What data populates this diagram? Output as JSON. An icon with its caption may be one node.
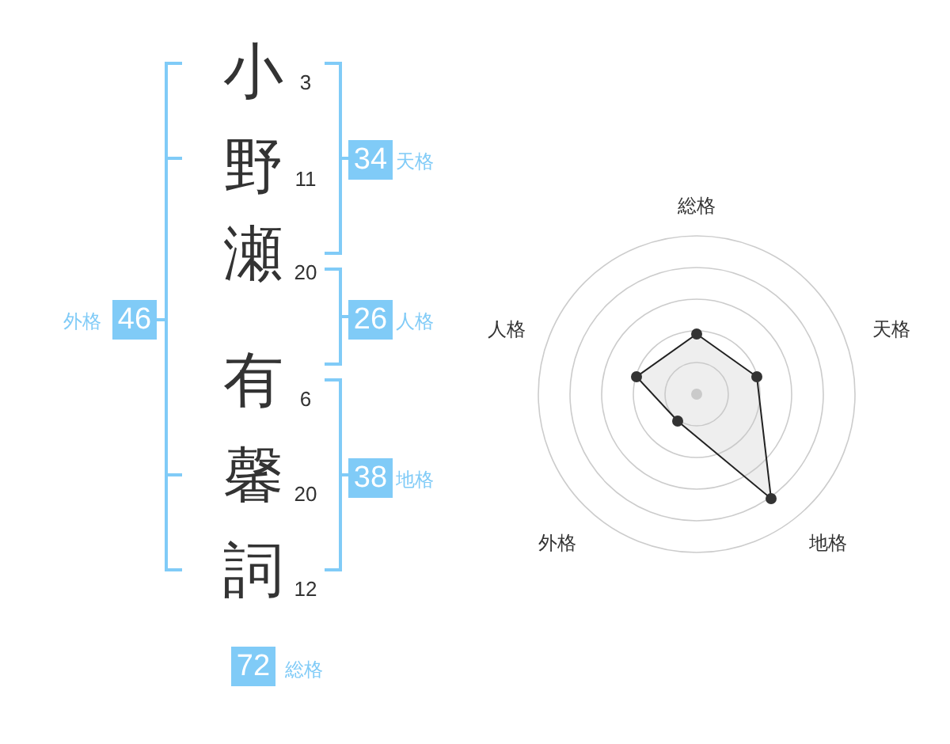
{
  "diagram": {
    "labels": [
      "小",
      "3",
      "野",
      "11",
      "34",
      "天格",
      "外格",
      "46",
      "瀬",
      "20",
      "26",
      "人格",
      "有",
      "6",
      "馨",
      "20",
      "38",
      "地格",
      "詞",
      "12",
      "72",
      "総格",
      "総格",
      "人格",
      "天格",
      "外格",
      "地格"
    ]
  }
}
